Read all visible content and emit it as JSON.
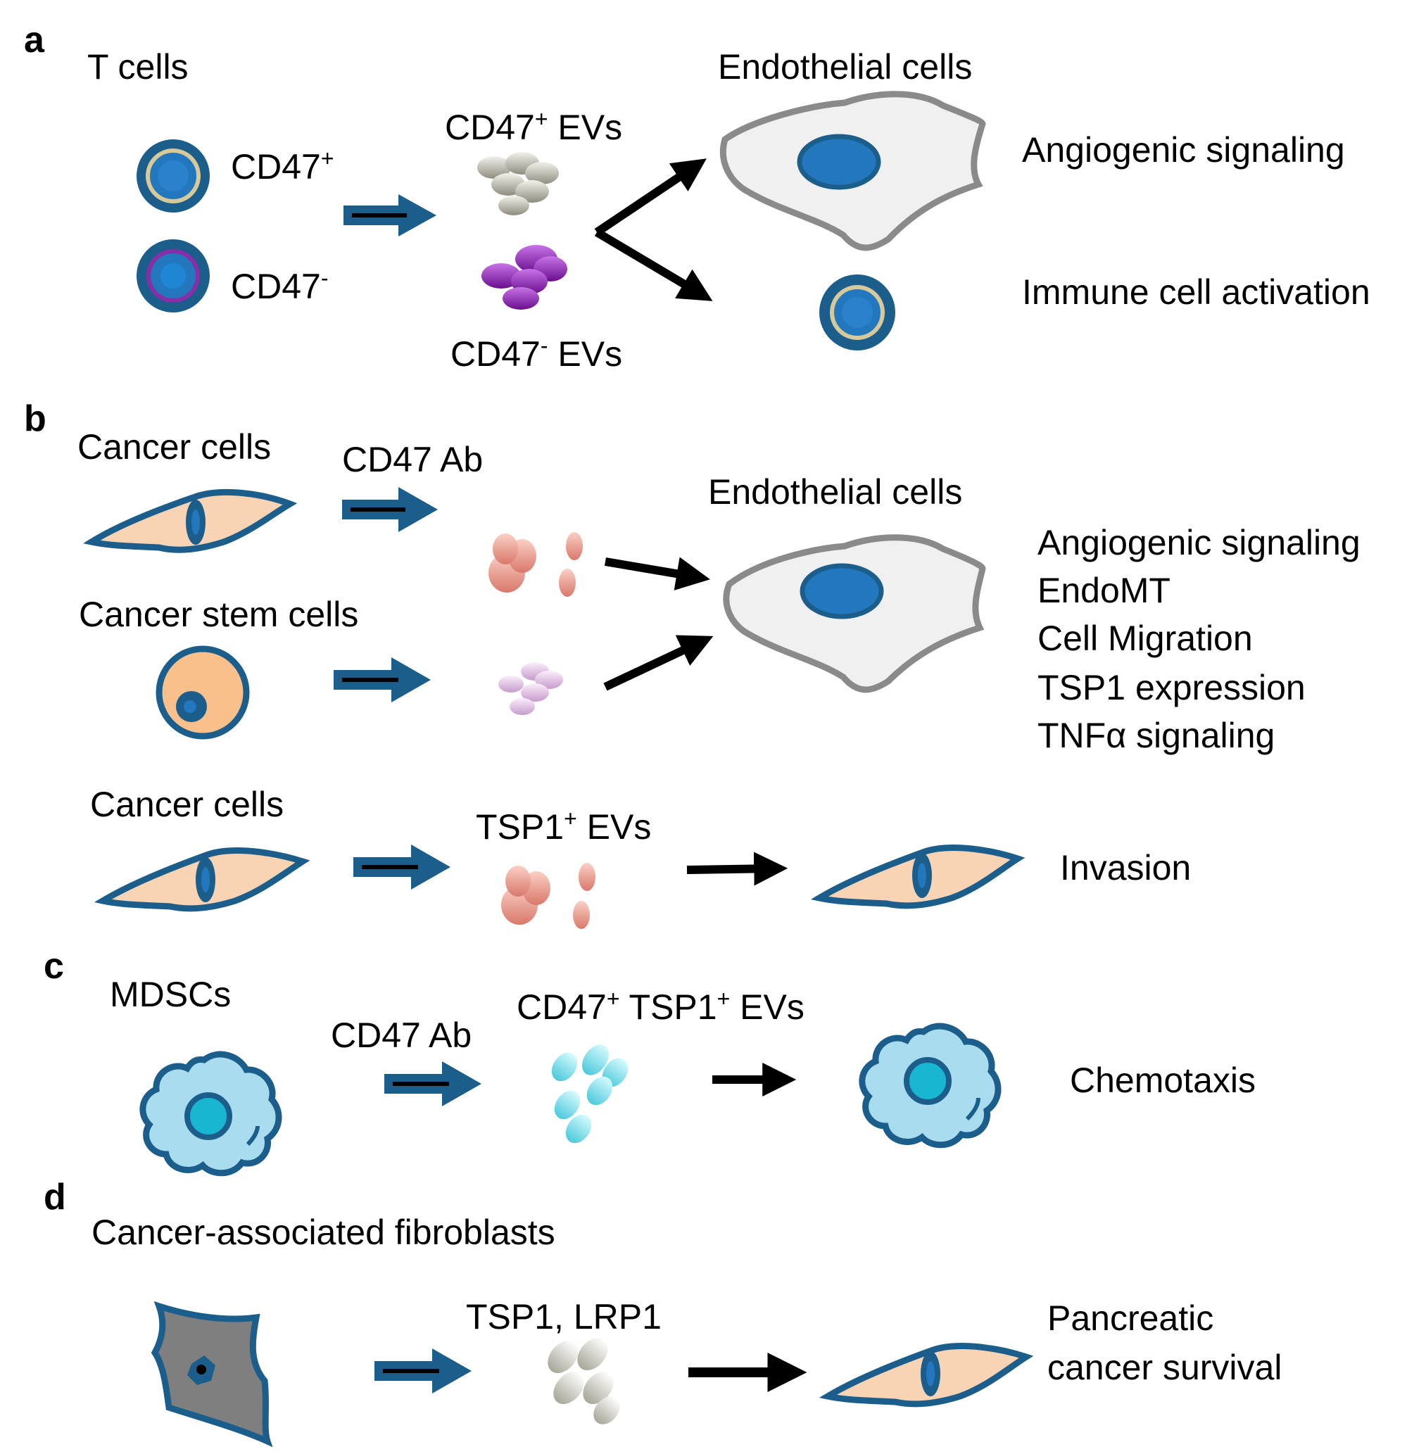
{
  "colors": {
    "dark_blue": "#1b5e8c",
    "nucleus_blue": "#2377bd",
    "membrane_grey": "#8a8a8a",
    "endothelial_fill": "#f0f0f0",
    "cancer_fill": "#f8d3b4",
    "stem_fill": "#f9c08c",
    "mdsc_fill": "#a8dcee",
    "mdsc_nucleus": "#18b6d0",
    "caf_fill": "#7f7f7f",
    "tcell_ring": "#d7c99a",
    "cd47neg_ring": "#8a2da8",
    "ev_grey": "#c9c7b7",
    "ev_purple": "#9b2fc3",
    "ev_salmon": "#f0a194",
    "ev_lilac": "#e6c3ea",
    "ev_cyan": "#80e4f2",
    "ev_white": "#ececdf"
  },
  "panel_a": {
    "letter": "a",
    "source_title": "T cells",
    "cd47pos_label": "CD47",
    "cd47pos_sup": "+",
    "cd47neg_label": "CD47",
    "cd47neg_sup": "-",
    "ev_pos_label": "CD47",
    "ev_pos_sup": "+",
    "ev_pos_suffix": " EVs",
    "ev_neg_label": "CD47",
    "ev_neg_sup": "-",
    "ev_neg_suffix": " EVs",
    "target_title": "Endothelial cells",
    "outcome_1": "Angiogenic signaling",
    "outcome_2": "Immune cell activation"
  },
  "panel_b": {
    "letter": "b",
    "source_1": "Cancer cells",
    "treatment": "CD47  Ab",
    "source_2": "Cancer stem cells",
    "target_title": "Endothelial cells",
    "outcomes": [
      "Angiogenic signaling",
      "EndoMT",
      "Cell Migration",
      "TSP1 expression",
      "TNFα signaling"
    ],
    "source_3": "Cancer cells",
    "ev_label": "TSP1",
    "ev_sup": "+",
    "ev_suffix": " EVs",
    "outcome_3": "Invasion"
  },
  "panel_c": {
    "letter": "c",
    "source": "MDSCs",
    "treatment": "CD47  Ab",
    "ev_label_1": "CD47",
    "ev_sup_1": "+",
    "ev_label_2": " TSP1",
    "ev_sup_2": "+",
    "ev_suffix": " EVs",
    "outcome": "Chemotaxis"
  },
  "panel_d": {
    "letter": "d",
    "source": "Cancer-associated fibroblasts",
    "factors": "TSP1, LRP1",
    "outcome_line1": "Pancreatic",
    "outcome_line2": "cancer survival"
  }
}
